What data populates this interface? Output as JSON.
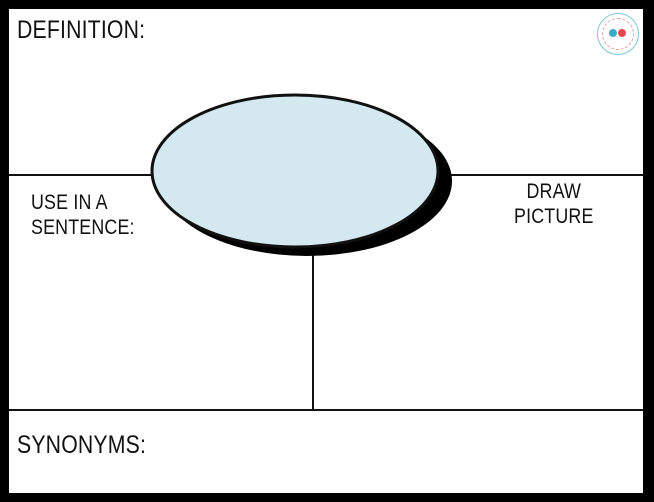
{
  "worksheet": {
    "definition_label": "DEFINITION:",
    "use_in_sentence_line1": "USE IN A",
    "use_in_sentence_line2": "SENTENCE:",
    "draw_picture_line1": "DRAW",
    "draw_picture_line2": "PICTURE",
    "synonyms_label": "SYNONYMS:"
  },
  "colors": {
    "oval_fill": "#d4e8ef",
    "line": "#111111",
    "frame": "#000000"
  },
  "logo": {
    "icon": "practical-inclusion-solutions-logo-icon"
  }
}
